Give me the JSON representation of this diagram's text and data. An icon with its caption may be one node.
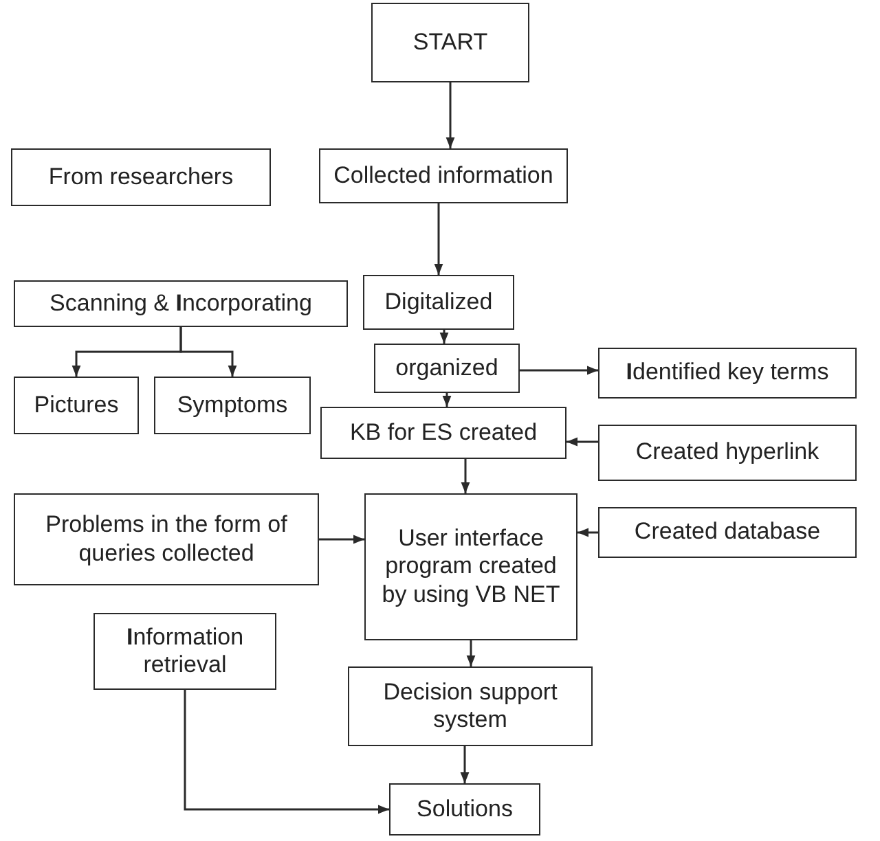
{
  "diagram": {
    "nodes": [
      {
        "text": [
          "START"
        ]
      },
      {
        "text": [
          "From researchers"
        ]
      },
      {
        "text": [
          "Collected information"
        ]
      },
      {
        "text": [
          "Scanning & **I**ncorporating"
        ]
      },
      {
        "text": [
          "Digitalized"
        ]
      },
      {
        "text": [
          "Pictures"
        ]
      },
      {
        "text": [
          "Symptoms"
        ]
      },
      {
        "text": [
          "organized"
        ]
      },
      {
        "text": [
          "**I**dentified key terms"
        ]
      },
      {
        "text": [
          "KB for ES created"
        ]
      },
      {
        "text": [
          "Created hyperlink"
        ]
      },
      {
        "text": [
          "Problems in the form of queries collected"
        ]
      },
      {
        "text": [
          "User interface program created by using VB NET"
        ]
      },
      {
        "text": [
          "Created database"
        ]
      },
      {
        "text": [
          "**I**nformation retrieval"
        ]
      },
      {
        "text": [
          "Decision support system"
        ]
      },
      {
        "text": [
          "Solutions"
        ]
      }
    ],
    "edges": [
      {
        "from": 0,
        "to": 2,
        "arrow": "to"
      },
      {
        "from": 2,
        "to": 4,
        "arrow": "to"
      },
      {
        "from": 3,
        "to": 5,
        "arrow": "to"
      },
      {
        "from": 3,
        "to": 6,
        "arrow": "to"
      },
      {
        "from": 4,
        "to": 7,
        "arrow": "to"
      },
      {
        "from": 7,
        "to": 8,
        "arrow": "to"
      },
      {
        "from": 7,
        "to": 9,
        "arrow": "to"
      },
      {
        "from": 10,
        "to": 9,
        "arrow": "to"
      },
      {
        "from": 9,
        "to": 12,
        "arrow": "to"
      },
      {
        "from": 11,
        "to": 12,
        "arrow": "to"
      },
      {
        "from": 13,
        "to": 12,
        "arrow": "to"
      },
      {
        "from": 12,
        "to": 15,
        "arrow": "to"
      },
      {
        "from": 15,
        "to": 16,
        "arrow": "to"
      },
      {
        "from": 14,
        "to": 16,
        "arrow": "to"
      }
    ]
  }
}
